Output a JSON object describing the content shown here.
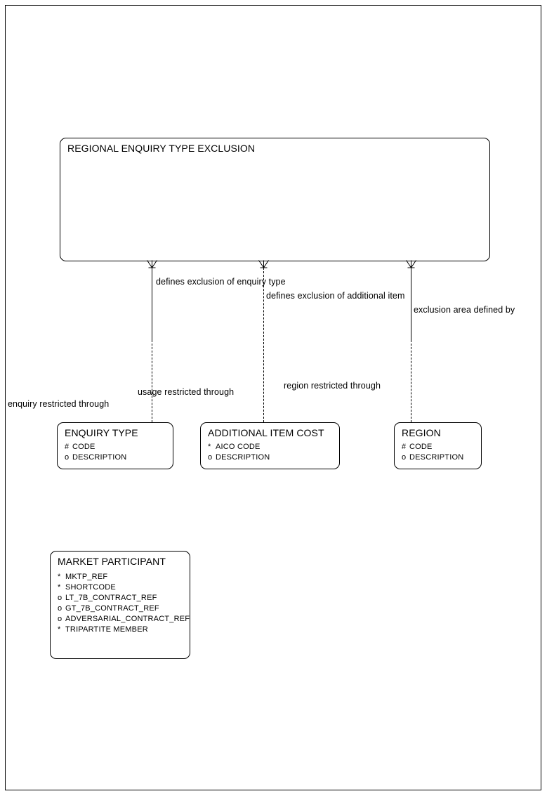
{
  "diagram": {
    "title": "REGIONAL ENQUIRY TYPE EXCLUSION entity relationship diagram",
    "type": "entity-relationship",
    "notation": "barker",
    "background": "#ffffff",
    "line_color": "#000000"
  },
  "entities": [
    {
      "id": "regional-enquiry-type-exclusion",
      "name": "REGIONAL ENQUIRY TYPE EXCLUSION",
      "attributes": []
    },
    {
      "id": "enquiry-type",
      "name": "ENQUIRY TYPE",
      "attributes": [
        {
          "mark": "#",
          "label": "CODE"
        },
        {
          "mark": "o",
          "label": "DESCRIPTION"
        }
      ]
    },
    {
      "id": "additional-item-cost",
      "name": "ADDITIONAL ITEM COST",
      "attributes": [
        {
          "mark": "*",
          "label": "AICO CODE"
        },
        {
          "mark": "o",
          "label": "DESCRIPTION"
        }
      ]
    },
    {
      "id": "region",
      "name": "REGION",
      "attributes": [
        {
          "mark": "#",
          "label": "CODE"
        },
        {
          "mark": "o",
          "label": "DESCRIPTION"
        }
      ]
    },
    {
      "id": "market-participant",
      "name": "MARKET PARTICIPANT",
      "attributes": [
        {
          "mark": "*",
          "label": "MKTP_REF"
        },
        {
          "mark": "*",
          "label": "SHORTCODE"
        },
        {
          "mark": "o",
          "label": "LT_7B_CONTRACT_REF"
        },
        {
          "mark": "o",
          "label": "GT_7B_CONTRACT_REF"
        },
        {
          "mark": "o",
          "label": "ADVERSARIAL_CONTRACT_REF"
        },
        {
          "mark": "*",
          "label": "TRIPARTITE MEMBER"
        }
      ]
    }
  ],
  "relationships": [
    {
      "id": "enquiry-exclusion",
      "from": "regional-enquiry-type-exclusion",
      "to": "enquiry-type",
      "label_top": "defines exclusion of enquiry type",
      "label_bottom": "enquiry restricted through"
    },
    {
      "id": "additional-item-exclusion",
      "from": "regional-enquiry-type-exclusion",
      "to": "additional-item-cost",
      "label_top": "defines exclusion of additional item",
      "label_bottom": "usage restricted through"
    },
    {
      "id": "region-exclusion",
      "from": "regional-enquiry-type-exclusion",
      "to": "region",
      "label_top": "exclusion area defined by",
      "label_bottom": "region restricted through"
    }
  ]
}
